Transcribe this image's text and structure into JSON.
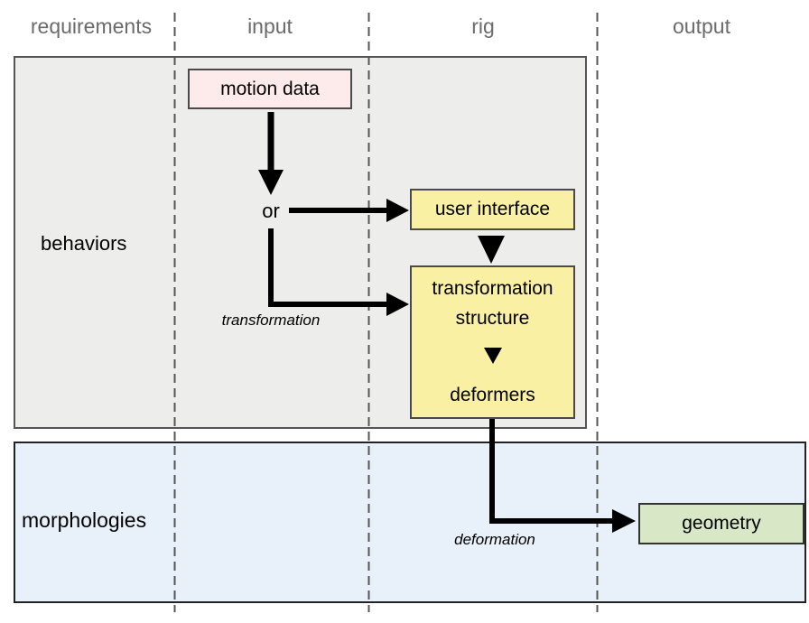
{
  "diagram": {
    "description": "Swimlane dataflow diagram of a character rigging pipeline",
    "columns": [
      {
        "id": "requirements",
        "label": "requirements"
      },
      {
        "id": "input",
        "label": "input"
      },
      {
        "id": "rig",
        "label": "rig"
      },
      {
        "id": "output",
        "label": "output"
      }
    ],
    "lanes": [
      {
        "id": "behaviors",
        "label": "behaviors",
        "fill": "#ededec"
      },
      {
        "id": "morphologies",
        "label": "morphologies",
        "fill": "#e8f0f9"
      }
    ],
    "nodes": {
      "motion_data": {
        "label": "motion data",
        "fill": "#fcebea",
        "column": "input",
        "lane": "behaviors"
      },
      "or": {
        "label": "or",
        "column": "input",
        "lane": "behaviors"
      },
      "user_interface": {
        "label": "user interface",
        "fill": "#faf0a3",
        "column": "rig",
        "lane": "behaviors"
      },
      "transformation_structure": {
        "line1": "transformation",
        "line2": "structure",
        "deformers_label": "deformers",
        "fill": "#faf0a3",
        "column": "rig",
        "lane": "behaviors"
      },
      "geometry": {
        "label": "geometry",
        "fill": "#d8e8c7",
        "column": "output",
        "lane": "morphologies"
      }
    },
    "edge_labels": {
      "transformation": "transformation",
      "deformation": "deformation"
    },
    "edges": [
      {
        "from": "motion_data",
        "to": "or",
        "label": ""
      },
      {
        "from": "or",
        "to": "user_interface",
        "label": ""
      },
      {
        "from": "or",
        "to": "transformation_structure",
        "label": "transformation"
      },
      {
        "from": "user_interface",
        "to": "transformation_structure",
        "label": ""
      },
      {
        "from": "transformation_structure",
        "to": "deformers",
        "label": ""
      },
      {
        "from": "deformers",
        "to": "geometry",
        "label": "deformation"
      }
    ],
    "colors": {
      "background": "#ffffff",
      "lane_behaviors_fill": "#ededec",
      "lane_behaviors_border": "#555555",
      "lane_morphologies_fill": "#e8f0f9",
      "lane_morphologies_border": "#222222",
      "node_pink": "#fcebea",
      "node_yellow": "#faf0a3",
      "node_green": "#d8e8c7",
      "node_border": "#4a4a4a",
      "column_label_text": "#6b6b6b",
      "dashed_separator": "#555555",
      "arrow": "#000000"
    }
  }
}
